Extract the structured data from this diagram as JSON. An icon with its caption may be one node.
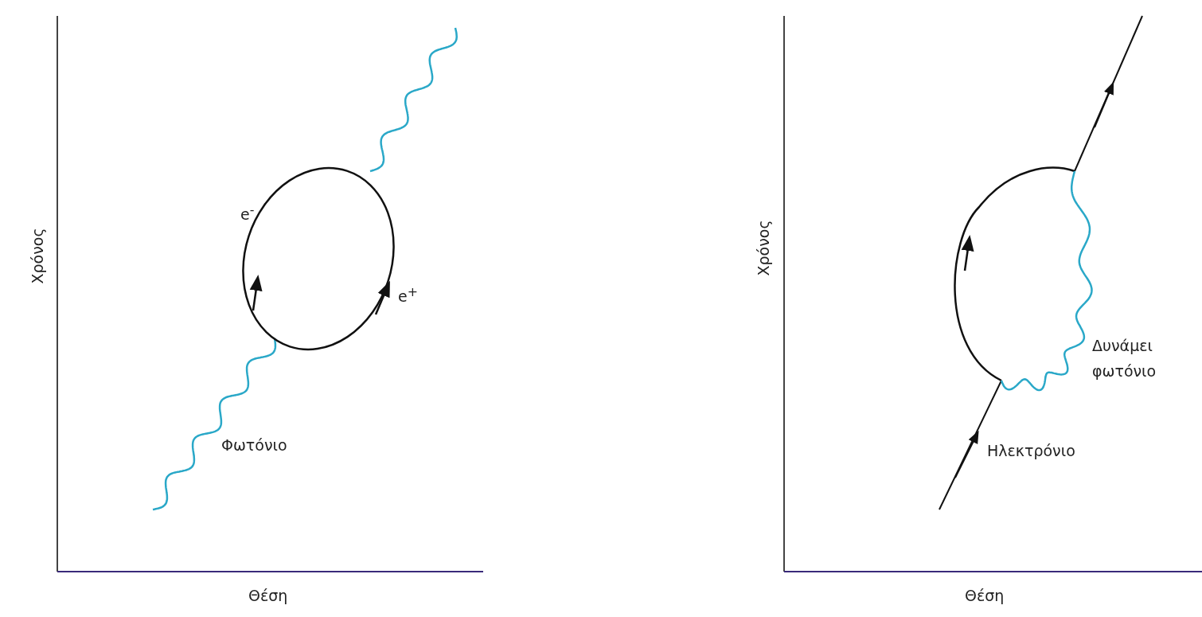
{
  "diagram": {
    "labels": [
      "Χρόνος",
      "e$^{-}$",
      "e$^{+}$",
      "Φωτόνιο",
      "Θέση",
      "Χρόνος",
      "Δυνάμει φωτόνιο",
      "Ηλεκτρόνιο",
      "Θέση"
    ]
  }
}
